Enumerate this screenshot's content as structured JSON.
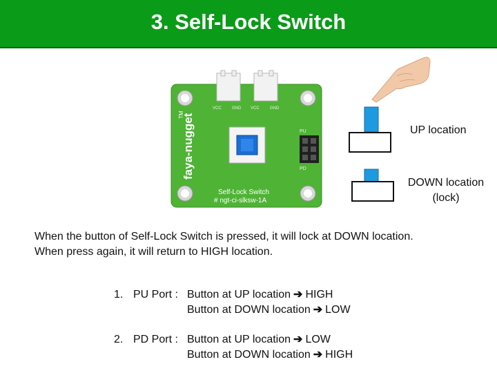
{
  "header": {
    "title": "3. Self-Lock Switch",
    "background_color": "#0a9b18"
  },
  "board": {
    "logo_text": "faya-nugget",
    "trademark": "TM",
    "label_line1": "Self-Lock Switch",
    "label_line2": "# ngt-ci-slksw-1A",
    "connector_labels": [
      "VCC",
      "GND",
      "VCC",
      "GND"
    ],
    "pin_labels": [
      "PU",
      "PD"
    ],
    "board_color": "#4fb336",
    "button_color": "#1a6fd6"
  },
  "diagram": {
    "up_label": "UP location",
    "down_label_line1": "DOWN location",
    "down_label_line2": "(lock)",
    "button_color": "#1e9be0"
  },
  "description": {
    "line1": "When the button of Self-Lock Switch is pressed, it will lock at DOWN location.",
    "line2": "When press again, it will return to HIGH location."
  },
  "ports": [
    {
      "number": "1.",
      "port": "PU Port :",
      "up_text": "Button at UP location",
      "up_value": "HIGH",
      "down_text": "Button at DOWN location",
      "down_value": "LOW"
    },
    {
      "number": "2.",
      "port": "PD Port :",
      "up_text": "Button at UP location",
      "up_value": "LOW",
      "down_text": "Button at DOWN location",
      "down_value": "HIGH"
    }
  ],
  "arrow_icon": "arrow-right-icon"
}
